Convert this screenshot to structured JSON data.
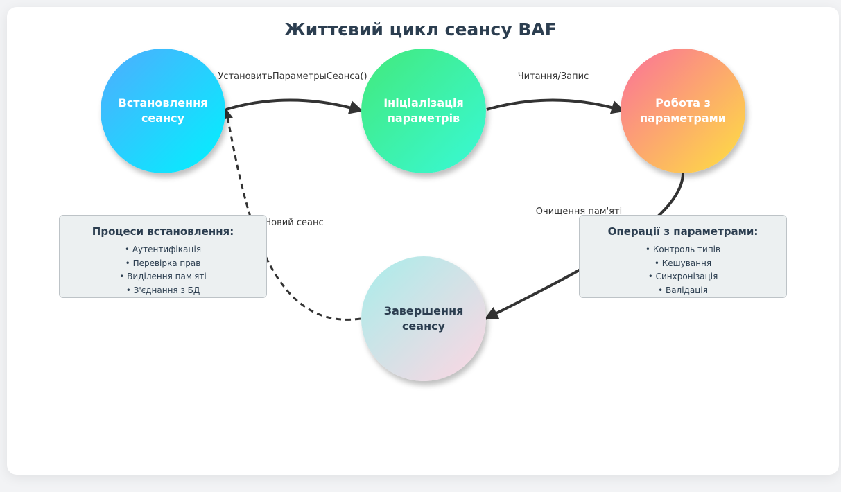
{
  "title": "Життєвий цикл сеансу BAF",
  "nodes": {
    "establish": "Встановлення сеансу",
    "init": "Ініціалізація параметрів",
    "work": "Робота з параметрами",
    "finish": "Завершення сеансу"
  },
  "edges": {
    "establish_to_init": "УстановитьПараметрыСеанса()",
    "init_to_work": "Читання/Запис",
    "work_to_finish": "Очищення пам'яті",
    "finish_to_establish": "Новий сеанс"
  },
  "boxes": {
    "establish_processes": {
      "title": "Процеси встановлення:",
      "items": [
        "• Аутентифікація",
        "• Перевірка прав",
        "• Виділення пам'яті",
        "• З'єднання з БД"
      ]
    },
    "param_operations": {
      "title": "Операції з параметрами:",
      "items": [
        "• Контроль типів",
        "• Кешування",
        "• Синхронізація",
        "• Валідація"
      ]
    }
  },
  "colors": {
    "establish_gradient": [
      "#4facfe",
      "#00f2fe"
    ],
    "init_gradient": [
      "#43e97b",
      "#38f9d7"
    ],
    "work_gradient": [
      "#fa709a",
      "#fee140"
    ],
    "finish_gradient": [
      "#a8edea",
      "#fed6e3"
    ],
    "arrow": "#333333",
    "title": "#2c3e50"
  }
}
